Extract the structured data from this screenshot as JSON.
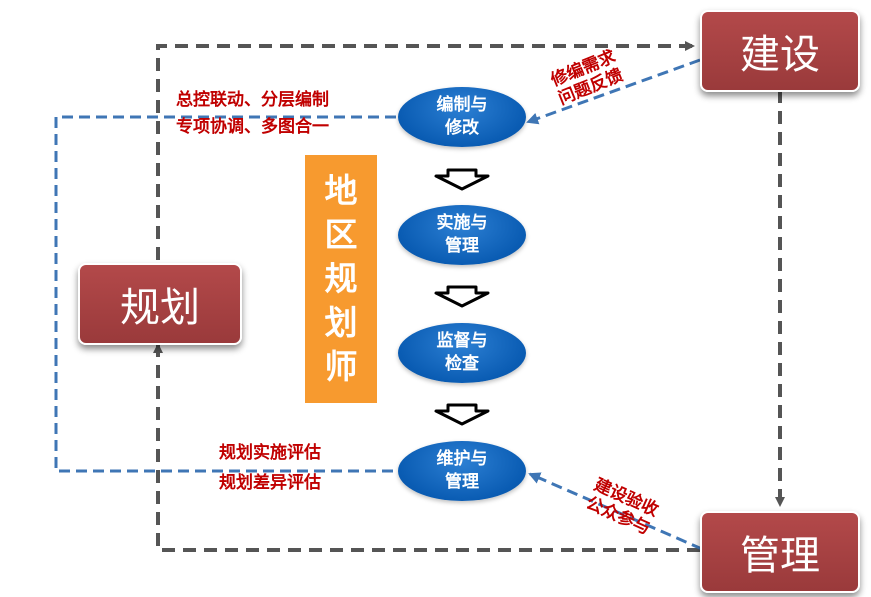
{
  "nodes": {
    "build": "建设",
    "manage": "管理",
    "plan": "规划"
  },
  "steps": [
    {
      "line1": "编制与",
      "line2": "修改"
    },
    {
      "line1": "实施与",
      "line2": "管理"
    },
    {
      "line1": "监督与",
      "line2": "检查"
    },
    {
      "line1": "维护与",
      "line2": "管理"
    }
  ],
  "planner_chars": [
    "地",
    "区",
    "规",
    "划",
    "师"
  ],
  "annotations": {
    "top_left": [
      "总控联动、分层编制",
      "专项协调、多图合一"
    ],
    "bottom_left": [
      "规划实施评估",
      "规划差异评估"
    ],
    "top_right": [
      "修编需求",
      "问题反馈"
    ],
    "bottom_right": [
      "建设验收",
      "公众参与"
    ]
  },
  "colors": {
    "red_box": "#a83f40",
    "blue_ellipse": "#0a5cb3",
    "orange": "#f79a2f",
    "annotation_red": "#c00000",
    "dash_gray": "#555555",
    "dash_blue": "#3f76b5"
  }
}
